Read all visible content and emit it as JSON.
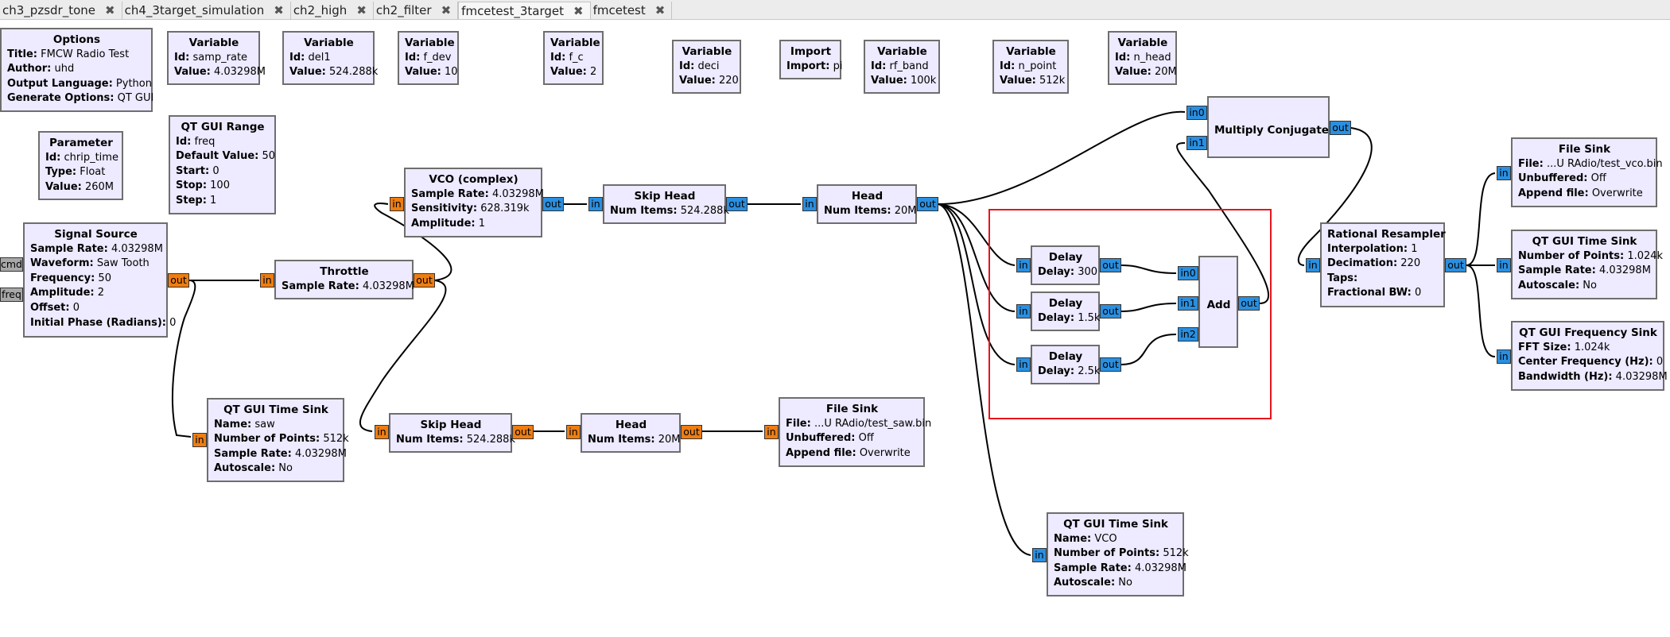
{
  "tabs": [
    {
      "label": "ch3_pzsdr_tone",
      "close": "✖"
    },
    {
      "label": "ch4_3target_simulation",
      "close": "✖"
    },
    {
      "label": "ch2_high",
      "close": "✖"
    },
    {
      "label": "ch2_filter",
      "close": "✖"
    },
    {
      "label": "fmcetest_3target",
      "close": "✖"
    },
    {
      "label": "fmcetest",
      "close": "✖"
    }
  ],
  "blocks": {
    "options": {
      "title": "Options",
      "rows": [
        {
          "k": "Title:",
          "v": "FMCW Radio Test"
        },
        {
          "k": "Author:",
          "v": "uhd"
        },
        {
          "k": "Output Language:",
          "v": "Python"
        },
        {
          "k": "Generate Options:",
          "v": "QT GUI"
        }
      ]
    },
    "var_samp_rate": {
      "title": "Variable",
      "rows": [
        {
          "k": "Id:",
          "v": "samp_rate"
        },
        {
          "k": "Value:",
          "v": "4.03298M"
        }
      ]
    },
    "var_del1": {
      "title": "Variable",
      "rows": [
        {
          "k": "Id:",
          "v": "del1"
        },
        {
          "k": "Value:",
          "v": "524.288k"
        }
      ]
    },
    "var_f_dev": {
      "title": "Variable",
      "rows": [
        {
          "k": "Id:",
          "v": "f_dev"
        },
        {
          "k": "Value:",
          "v": "10"
        }
      ]
    },
    "var_f_c": {
      "title": "Variable",
      "rows": [
        {
          "k": "Id:",
          "v": "f_c"
        },
        {
          "k": "Value:",
          "v": "2"
        }
      ]
    },
    "var_deci": {
      "title": "Variable",
      "rows": [
        {
          "k": "Id:",
          "v": "deci"
        },
        {
          "k": "Value:",
          "v": "220"
        }
      ]
    },
    "import": {
      "title": "Import",
      "rows": [
        {
          "k": "Import:",
          "v": "pi"
        }
      ]
    },
    "var_rf_band": {
      "title": "Variable",
      "rows": [
        {
          "k": "Id:",
          "v": "rf_band"
        },
        {
          "k": "Value:",
          "v": "100k"
        }
      ]
    },
    "var_n_point": {
      "title": "Variable",
      "rows": [
        {
          "k": "Id:",
          "v": "n_point"
        },
        {
          "k": "Value:",
          "v": "512k"
        }
      ]
    },
    "var_n_head": {
      "title": "Variable",
      "rows": [
        {
          "k": "Id:",
          "v": "n_head"
        },
        {
          "k": "Value:",
          "v": "20M"
        }
      ]
    },
    "parameter": {
      "title": "Parameter",
      "rows": [
        {
          "k": "Id:",
          "v": "chrip_time"
        },
        {
          "k": "Type:",
          "v": "Float"
        },
        {
          "k": "Value:",
          "v": "260M"
        }
      ]
    },
    "qt_range": {
      "title": "QT GUI Range",
      "rows": [
        {
          "k": "Id:",
          "v": "freq"
        },
        {
          "k": "Default Value:",
          "v": "50"
        },
        {
          "k": "Start:",
          "v": "0"
        },
        {
          "k": "Stop:",
          "v": "100"
        },
        {
          "k": "Step:",
          "v": "1"
        }
      ]
    },
    "signal_source": {
      "title": "Signal Source",
      "rows": [
        {
          "k": "Sample Rate:",
          "v": "4.03298M"
        },
        {
          "k": "Waveform:",
          "v": "Saw Tooth"
        },
        {
          "k": "Frequency:",
          "v": "50"
        },
        {
          "k": "Amplitude:",
          "v": "2"
        },
        {
          "k": "Offset:",
          "v": "0"
        },
        {
          "k": "Initial Phase (Radians):",
          "v": "0"
        }
      ]
    },
    "throttle": {
      "title": "Throttle",
      "rows": [
        {
          "k": "Sample Rate:",
          "v": "4.03298M"
        }
      ]
    },
    "vco": {
      "title": "VCO (complex)",
      "rows": [
        {
          "k": "Sample Rate:",
          "v": "4.03298M"
        },
        {
          "k": "Sensitivity:",
          "v": "628.319k"
        },
        {
          "k": "Amplitude:",
          "v": "1"
        }
      ]
    },
    "skip_head_1": {
      "title": "Skip Head",
      "rows": [
        {
          "k": "Num Items:",
          "v": "524.288k"
        }
      ]
    },
    "head_1": {
      "title": "Head",
      "rows": [
        {
          "k": "Num Items:",
          "v": "20M"
        }
      ]
    },
    "time_sink_saw": {
      "title": "QT GUI Time Sink",
      "rows": [
        {
          "k": "Name:",
          "v": "saw"
        },
        {
          "k": "Number of Points:",
          "v": "512k"
        },
        {
          "k": "Sample Rate:",
          "v": "4.03298M"
        },
        {
          "k": "Autoscale:",
          "v": "No"
        }
      ]
    },
    "skip_head_2": {
      "title": "Skip Head",
      "rows": [
        {
          "k": "Num Items:",
          "v": "524.288k"
        }
      ]
    },
    "head_2": {
      "title": "Head",
      "rows": [
        {
          "k": "Num Items:",
          "v": "20M"
        }
      ]
    },
    "file_sink_saw": {
      "title": "File Sink",
      "rows": [
        {
          "k": "File:",
          "v": "...U RAdio/test_saw.bin"
        },
        {
          "k": "Unbuffered:",
          "v": "Off"
        },
        {
          "k": "Append file:",
          "v": "Overwrite"
        }
      ]
    },
    "delay_1": {
      "title": "Delay",
      "rows": [
        {
          "k": "Delay:",
          "v": "300"
        }
      ]
    },
    "delay_2": {
      "title": "Delay",
      "rows": [
        {
          "k": "Delay:",
          "v": "1.5k"
        }
      ]
    },
    "delay_3": {
      "title": "Delay",
      "rows": [
        {
          "k": "Delay:",
          "v": "2.5k"
        }
      ]
    },
    "add": {
      "title": "Add",
      "rows": []
    },
    "multiply_conjugate": {
      "title": "Multiply Conjugate",
      "rows": []
    },
    "rational_resampler": {
      "title": "Rational Resampler",
      "rows": [
        {
          "k": "Interpolation:",
          "v": "1"
        },
        {
          "k": "Decimation:",
          "v": "220"
        },
        {
          "k": "Taps:",
          "v": ""
        },
        {
          "k": "Fractional BW:",
          "v": "0"
        }
      ]
    },
    "file_sink_vco": {
      "title": "File Sink",
      "rows": [
        {
          "k": "File:",
          "v": "...U RAdio/test_vco.bin"
        },
        {
          "k": "Unbuffered:",
          "v": "Off"
        },
        {
          "k": "Append file:",
          "v": "Overwrite"
        }
      ]
    },
    "time_sink_2": {
      "title": "QT GUI Time Sink",
      "rows": [
        {
          "k": "Number of Points:",
          "v": "1.024k"
        },
        {
          "k": "Sample Rate:",
          "v": "4.03298M"
        },
        {
          "k": "Autoscale:",
          "v": "No"
        }
      ]
    },
    "freq_sink": {
      "title": "QT GUI Frequency Sink",
      "rows": [
        {
          "k": "FFT Size:",
          "v": "1.024k"
        },
        {
          "k": "Center Frequency (Hz):",
          "v": "0"
        },
        {
          "k": "Bandwidth (Hz):",
          "v": "4.03298M"
        }
      ]
    },
    "time_sink_vco": {
      "title": "QT GUI Time Sink",
      "rows": [
        {
          "k": "Name:",
          "v": "VCO"
        },
        {
          "k": "Number of Points:",
          "v": "512k"
        },
        {
          "k": "Sample Rate:",
          "v": "4.03298M"
        },
        {
          "k": "Autoscale:",
          "v": "No"
        }
      ]
    }
  },
  "ports": {
    "in": "in",
    "out": "out",
    "in0": "in0",
    "in1": "in1",
    "in2": "in2",
    "cmd": "cmd",
    "freq": "freq"
  },
  "colors": {
    "block_fill": "#eeeaff",
    "port_blue": "#2a8fe0",
    "port_orange": "#ee7d12",
    "port_gray": "#a8a8a8",
    "highlight": "#e8141c"
  }
}
